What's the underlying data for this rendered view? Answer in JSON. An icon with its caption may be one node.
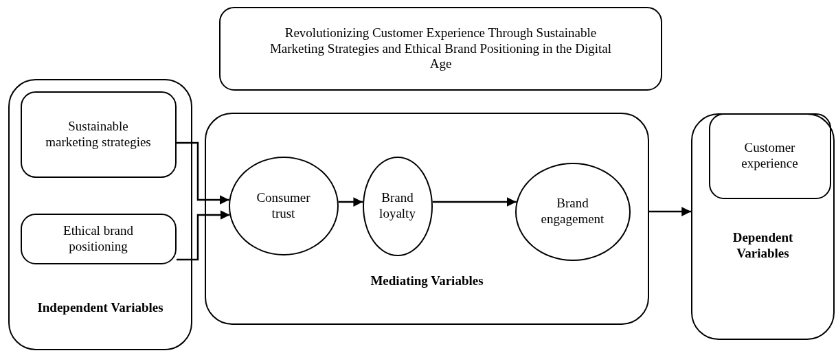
{
  "diagram": {
    "nodes": [
      {
        "text": [
          "Revolutionizing Customer Experience Through Sustainable Marketing Strategies and Ethical Brand Positioning in the Digital Age"
        ]
      },
      {
        "text": [
          "Independent Variables"
        ]
      },
      {
        "text": [
          "Sustainable marketing strategies"
        ],
        "in": 1
      },
      {
        "text": [
          "Ethical brand positioning"
        ],
        "in": 1
      },
      {
        "text": [
          "Mediating Variables"
        ]
      },
      {
        "text": [
          "Consumer trust"
        ],
        "in": 4
      },
      {
        "text": [
          "Brand loyalty"
        ],
        "in": 4
      },
      {
        "text": [
          "Brand engagement"
        ],
        "in": 4
      },
      {
        "text": [
          "Dependent Variables"
        ]
      },
      {
        "text": [
          "Customer experience"
        ],
        "in": 8
      }
    ],
    "edges": [
      {
        "from": 2,
        "to": 5,
        "arrow": "to"
      },
      {
        "from": 3,
        "to": 5,
        "arrow": "to"
      },
      {
        "from": 5,
        "to": 6,
        "arrow": "to"
      },
      {
        "from": 6,
        "to": 7,
        "arrow": "to"
      },
      {
        "from": 4,
        "to": 8,
        "arrow": "to"
      }
    ]
  }
}
